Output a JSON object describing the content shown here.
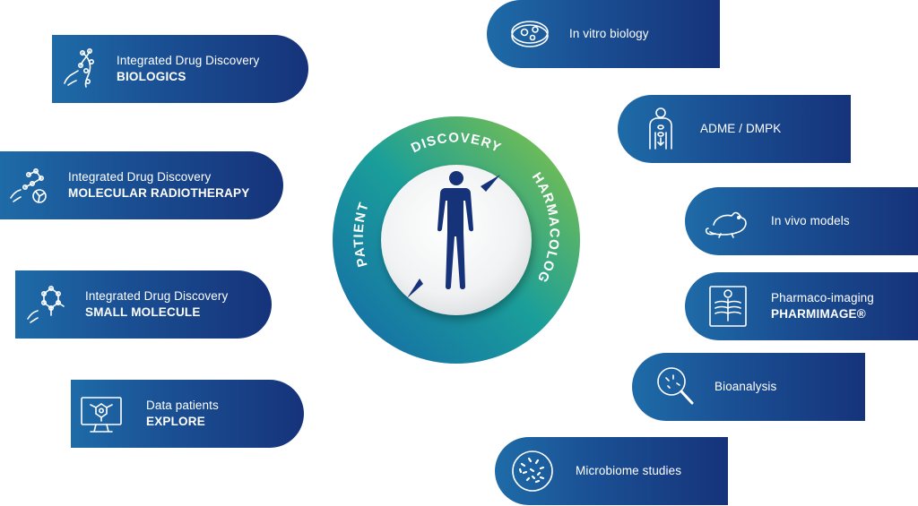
{
  "left_cards": [
    {
      "line1": "Integrated Drug Discovery",
      "line2": "BIOLOGICS",
      "icon": "dna-hand-icon"
    },
    {
      "line1": "Integrated Drug Discovery",
      "line2": "MOLECULAR RADIOTHERAPY",
      "icon": "radiation-molecule-icon"
    },
    {
      "line1": "Integrated Drug Discovery",
      "line2": "SMALL MOLECULE",
      "icon": "molecule-hand-icon"
    },
    {
      "line1": "Data patients",
      "line2": "EXPLORE",
      "icon": "monitor-data-icon"
    }
  ],
  "right_cards": [
    {
      "line1": "In vitro biology",
      "line2": "",
      "icon": "petri-dish-icon"
    },
    {
      "line1": "ADME / DMPK",
      "line2": "",
      "icon": "human-body-icon"
    },
    {
      "line1": "In vivo models",
      "line2": "",
      "icon": "mouse-icon"
    },
    {
      "line1": "Pharmaco-imaging",
      "line2": "PHARMIMAGE®",
      "icon": "xray-chest-icon"
    },
    {
      "line1": "Bioanalysis",
      "line2": "",
      "icon": "magnifier-icon"
    },
    {
      "line1": "Microbiome studies",
      "line2": "",
      "icon": "microbiome-icon"
    }
  ],
  "hub": {
    "segments": [
      "DISCOVERY",
      "PHARMACOLOGY",
      "PATIENT"
    ],
    "center_icon": "human-figure-icon",
    "colors": {
      "blue": "#1565a8",
      "teal": "#1a9e9a",
      "green": "#8cc63f",
      "card_dark": "#16337a"
    }
  }
}
